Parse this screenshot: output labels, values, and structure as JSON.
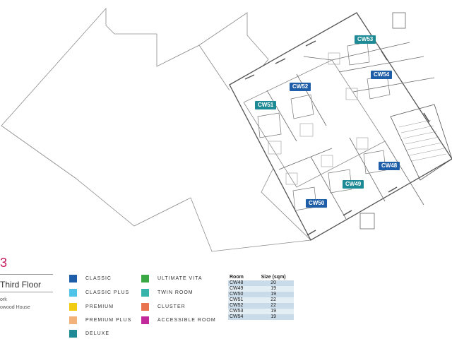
{
  "floor": {
    "number_fragment": "3",
    "name_fragment": "Third Floor",
    "line1_fragment": "ork",
    "line2_fragment": "owood House"
  },
  "rooms": [
    {
      "label": "CW53",
      "color": "#1d8a95"
    },
    {
      "label": "CW54",
      "color": "#1e5ea8"
    },
    {
      "label": "CW52",
      "color": "#1e5ea8"
    },
    {
      "label": "CW51",
      "color": "#1d8a95"
    },
    {
      "label": "CW48",
      "color": "#1e5ea8"
    },
    {
      "label": "CW49",
      "color": "#1d8a95"
    },
    {
      "label": "CW50",
      "color": "#1e5ea8"
    }
  ],
  "legend": [
    {
      "label": "CLASSIC",
      "color": "#1e5ea8"
    },
    {
      "label": "CLASSIC PLUS",
      "color": "#4fc3e8"
    },
    {
      "label": "PREMIUM",
      "color": "#f2cc12"
    },
    {
      "label": "PREMIUM PLUS",
      "color": "#f3b27a"
    },
    {
      "label": "DELUXE",
      "color": "#1d8a95"
    },
    {
      "label": "ULTIMATE VITA",
      "color": "#3aa845"
    },
    {
      "label": "TWIN ROOM",
      "color": "#36b3aa"
    },
    {
      "label": "CLUSTER",
      "color": "#e8734e"
    },
    {
      "label": "ACCESSIBLE ROOM",
      "color": "#c2299b"
    }
  ],
  "size_table": {
    "header_room": "Room",
    "header_size": "Size (sqm)",
    "rows": [
      {
        "room": "CW48",
        "size": "20"
      },
      {
        "room": "CW49",
        "size": "19"
      },
      {
        "room": "CW50",
        "size": "19"
      },
      {
        "room": "CW51",
        "size": "22"
      },
      {
        "room": "CW52",
        "size": "22"
      },
      {
        "room": "CW53",
        "size": "19"
      },
      {
        "room": "CW54",
        "size": "19"
      }
    ]
  }
}
